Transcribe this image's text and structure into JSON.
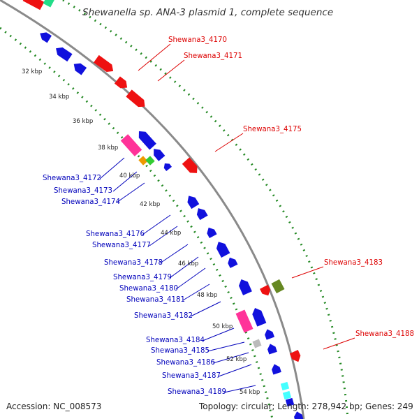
{
  "title": "Shewanella sp. ANA-3 plasmid 1, complete sequence",
  "footer": {
    "accession": "Accession: NC_008573",
    "summary": "Topology: circular; Length: 278,942 bp; Genes: 249"
  },
  "colors": {
    "backbone": "#888888",
    "gc_dots": "#228822",
    "forward_gene": "#ee1111",
    "reverse_gene": "#1111dd",
    "label_forward": "#dd0000",
    "label_reverse": "#0000bb"
  },
  "ticks": [
    "32 kbp",
    "34 kbp",
    "36 kbp",
    "38 kbp",
    "40 kbp",
    "42 kbp",
    "44 kbp",
    "46 kbp",
    "48 kbp",
    "50 kbp",
    "52 kbp",
    "54 kbp"
  ],
  "labels_forward": [
    "Shewana3_4170",
    "Shewana3_4171",
    "Shewana3_4175",
    "Shewana3_4183",
    "Shewana3_4188"
  ],
  "labels_reverse": [
    "Shewana3_4172",
    "Shewana3_4173",
    "Shewana3_4174",
    "Shewana3_4176",
    "Shewana3_4177",
    "Shewana3_4178",
    "Shewana3_4179",
    "Shewana3_4180",
    "Shewana3_4181",
    "Shewana3_4182",
    "Shewana3_4184",
    "Shewana3_4185",
    "Shewana3_4186",
    "Shewana3_4187",
    "Shewana3_4189"
  ]
}
